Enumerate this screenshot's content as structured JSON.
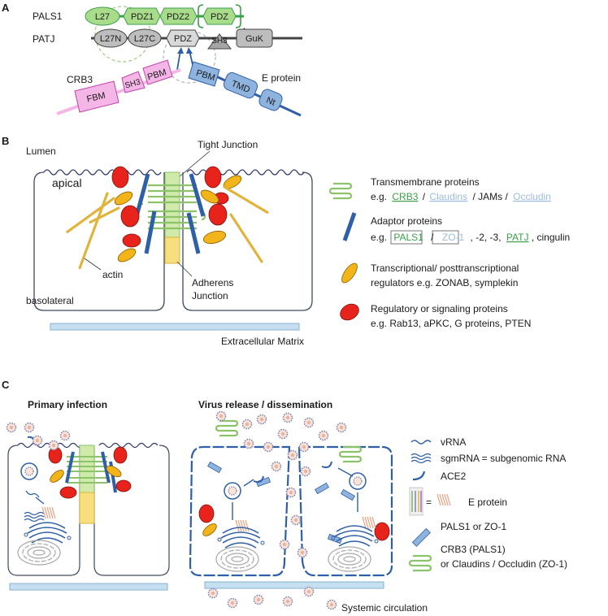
{
  "panel_a": {
    "letter": "A",
    "pals1_label": "PALS1",
    "patj_label": "PATJ",
    "crb3_label": "CRB3",
    "e_protein_label": "E protein",
    "pals1_domains": [
      "L27",
      "PDZ1",
      "PDZ2",
      "PDZ"
    ],
    "pdz_count": "4",
    "patj_domains": [
      "L27N",
      "L27C",
      "PDZ",
      "SH3",
      "GuK"
    ],
    "crb3_domains": [
      "FBM",
      "SH3",
      "PBM"
    ],
    "e_domains": [
      "PBM",
      "TMD",
      "Nt"
    ]
  },
  "panel_b": {
    "letter": "B",
    "lumen": "Lumen",
    "apical": "apical",
    "basolateral": "basolateral",
    "tight_junction": "Tight Junction",
    "adherens": [
      "Adherens",
      "Junction"
    ],
    "actin": "actin",
    "ecm": "Extracellular Matrix",
    "legend": {
      "tm_title": "Transmembrane proteins",
      "tm_eg": "e.g.",
      "tm_crb3": "CRB3",
      "tm_claudins": "Claudins",
      "tm_sep1": "/ JAMs /",
      "tm_occludin": "Occludin",
      "ad_title": "Adaptor proteins",
      "ad_eg": "e.g.",
      "ad_pals1": "PALS1",
      "ad_slash": "/",
      "ad_zo1": "ZO-1",
      "ad_rest1": ", -2, -3,",
      "ad_patj": "PATJ",
      "ad_rest2": ", cingulin",
      "tr_line1": "Transcriptional/ posttranscriptional",
      "tr_line2": "regulators e.g. ZONAB, symplekin",
      "rs_line1": "Regulatory or signaling proteins",
      "rs_line2": "e.g. Rab13, aPKC, G proteins, PTEN"
    }
  },
  "panel_c": {
    "letter": "C",
    "primary": "Primary infection",
    "release": "Virus release / dissemination",
    "systemic": "Systemic circulation",
    "legend": {
      "vrna": "vRNA",
      "sgmrna": "sgmRNA = subgenomic RNA",
      "ace2": "ACE2",
      "e_protein": "E protein",
      "equals": "=",
      "pals1_zo1": "PALS1 or ZO-1",
      "crb3_line1": "CRB3 (PALS1)",
      "crb3_line2": "or Claudins / Occludin (ZO-1)"
    }
  },
  "colors": {
    "green": "#8cc36b",
    "green_fill": "#cfeaa9",
    "green_text": "#3aa04a",
    "grey_fill": "#bdbdbd",
    "pink": "#f4b6e6",
    "blue": "#2f5fa6",
    "blue_fill": "#8fb3df",
    "light_blue_text": "#9cbbe0",
    "red": "#e8231c",
    "yellow": "#f2b519",
    "ecm": "#c6dff0"
  }
}
